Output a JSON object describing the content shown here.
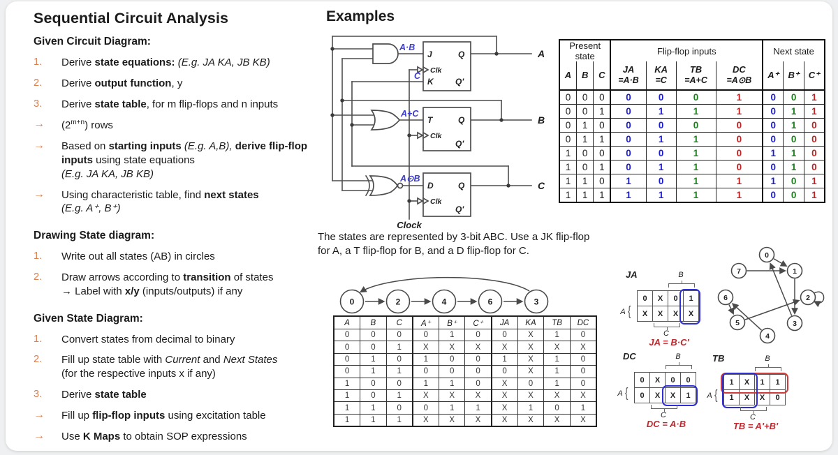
{
  "page": {
    "background": "#eef0f1",
    "card_color": "#ffffff"
  },
  "colors": {
    "accent_orange": "#d9804f",
    "blue": "#1b1bd1",
    "green": "#1e7d1e",
    "red": "#c32222",
    "circuit_label_blue": "#3c3ccf",
    "formula_red": "#c2272d"
  },
  "left": {
    "title": "Sequential Circuit Analysis",
    "sections": [
      {
        "heading": "Given Circuit Diagram:",
        "items": [
          {
            "marker": "1.",
            "segs": [
              {
                "t": "Derive "
              },
              {
                "t": "state equations: ",
                "b": true
              },
              {
                "t": "(E.g. JA KA, JB KB)",
                "i": true
              }
            ]
          },
          {
            "marker": "2.",
            "segs": [
              {
                "t": "Derive "
              },
              {
                "t": "output function",
                "b": true
              },
              {
                "t": ", y"
              }
            ]
          },
          {
            "marker": "3.",
            "segs": [
              {
                "t": "Derive "
              },
              {
                "t": "state table",
                "b": true
              },
              {
                "t": ", for m flip-flops and n inputs"
              }
            ]
          },
          {
            "marker": "→",
            "segs": [
              {
                "t": "(2"
              },
              {
                "t": "m+n",
                "sup": true
              },
              {
                "t": ") rows"
              }
            ]
          },
          {
            "marker": "→",
            "segs": [
              {
                "t": "Based on "
              },
              {
                "t": "starting inputs ",
                "b": true
              },
              {
                "t": "(E.g. A,B), ",
                "i": true
              },
              {
                "t": "derive flip-flop inputs",
                "b": true
              },
              {
                "t": " using state equations"
              },
              {
                "t": "(E.g. JA KA, JB KB)",
                "i": true,
                "br": true
              }
            ]
          },
          {
            "marker": "→",
            "segs": [
              {
                "t": "Using characteristic table, find "
              },
              {
                "t": "next states",
                "b": true
              },
              {
                "t": "(E.g. A⁺, B⁺)",
                "i": true,
                "br": true
              }
            ]
          }
        ]
      },
      {
        "heading": "Drawing State diagram:",
        "items": [
          {
            "marker": "1.",
            "segs": [
              {
                "t": "Write out all states (AB) in circles"
              }
            ]
          },
          {
            "marker": "2.",
            "segs": [
              {
                "t": "Draw arrows according to "
              },
              {
                "t": "transition",
                "b": true
              },
              {
                "t": " of states"
              },
              {
                "t": "→ Label with ",
                "br": true
              },
              {
                "t": "x/y ",
                "b": true
              },
              {
                "t": "(inputs/outputs) if any"
              }
            ]
          }
        ]
      },
      {
        "heading": "Given State Diagram:",
        "items": [
          {
            "marker": "1.",
            "segs": [
              {
                "t": "Convert states from decimal to binary"
              }
            ]
          },
          {
            "marker": "2.",
            "segs": [
              {
                "t": "Fill up state table with "
              },
              {
                "t": "Current",
                "i": true
              },
              {
                "t": " and "
              },
              {
                "t": "Next States",
                "i": true
              },
              {
                "t": "(for the respective inputs x if any)",
                "br": true
              }
            ]
          },
          {
            "marker": "3.",
            "segs": [
              {
                "t": "Derive "
              },
              {
                "t": "state table",
                "b": true
              }
            ]
          },
          {
            "marker": "→",
            "segs": [
              {
                "t": "Fill up "
              },
              {
                "t": "flip-flop inputs",
                "b": true
              },
              {
                "t": " using excitation table"
              }
            ]
          },
          {
            "marker": "→",
            "segs": [
              {
                "t": "Use "
              },
              {
                "t": "K Maps",
                "b": true
              },
              {
                "t": " to obtain SOP expressions"
              }
            ]
          }
        ]
      }
    ]
  },
  "examples": {
    "title": "Examples",
    "circuit": {
      "and_output_label": "A·B",
      "k_input_label": "C",
      "or_output_label": "A+C",
      "xnor_output_label": "A⊙B",
      "clock_label": "Clock",
      "ff1": {
        "in_top": "J",
        "in_bot": "K",
        "clk": "Clk",
        "q": "Q",
        "qn": "Q'",
        "output": "A"
      },
      "ff2": {
        "in_top": "T",
        "clk": "Clk",
        "q": "Q",
        "qn": "Q'",
        "output": "B"
      },
      "ff3": {
        "in_top": "D",
        "clk": "Clk",
        "q": "Q",
        "qn": "Q'",
        "output": "C"
      }
    },
    "ff_table": {
      "groups": [
        "Present state",
        "Flip-flop inputs",
        "Next state"
      ],
      "columns": [
        {
          "top": "A"
        },
        {
          "top": "B"
        },
        {
          "top": "C"
        },
        {
          "top": "JA",
          "sub": "=A·B"
        },
        {
          "top": "KA",
          "sub": "=C"
        },
        {
          "top": "TB",
          "sub": "=A+C"
        },
        {
          "top": "DC",
          "sub": "=A⊙B"
        },
        {
          "top": "A⁺"
        },
        {
          "top": "B⁺"
        },
        {
          "top": "C⁺"
        }
      ],
      "col_colors": [
        "",
        "",
        "",
        "blue",
        "blue",
        "green",
        "red",
        "blue",
        "green",
        "red"
      ],
      "rows": [
        [
          "0",
          "0",
          "0",
          "0",
          "0",
          "0",
          "1",
          "0",
          "0",
          "1"
        ],
        [
          "0",
          "0",
          "1",
          "0",
          "1",
          "1",
          "1",
          "0",
          "1",
          "1"
        ],
        [
          "0",
          "1",
          "0",
          "0",
          "0",
          "0",
          "0",
          "0",
          "1",
          "0"
        ],
        [
          "0",
          "1",
          "1",
          "0",
          "1",
          "1",
          "0",
          "0",
          "0",
          "0"
        ],
        [
          "1",
          "0",
          "0",
          "0",
          "0",
          "1",
          "0",
          "1",
          "1",
          "0"
        ],
        [
          "1",
          "0",
          "1",
          "0",
          "1",
          "1",
          "0",
          "0",
          "1",
          "0"
        ],
        [
          "1",
          "1",
          "0",
          "1",
          "0",
          "1",
          "1",
          "1",
          "0",
          "1"
        ],
        [
          "1",
          "1",
          "1",
          "1",
          "1",
          "1",
          "1",
          "0",
          "0",
          "1"
        ]
      ]
    },
    "note": "The states are represented by 3-bit ABC. Use a JK flip-flop for A, a T flip-flop for B, and a D flip-flop for C.",
    "chain_diagram": {
      "states": [
        "0",
        "2",
        "4",
        "6",
        "3"
      ]
    },
    "state_table": {
      "columns": [
        "A",
        "B",
        "C",
        "A⁺",
        "B⁺",
        "C⁺",
        "JA",
        "KA",
        "TB",
        "DC"
      ],
      "rows": [
        [
          "0",
          "0",
          "0",
          "0",
          "1",
          "0",
          "0",
          "X",
          "1",
          "0"
        ],
        [
          "0",
          "0",
          "1",
          "X",
          "X",
          "X",
          "X",
          "X",
          "X",
          "X"
        ],
        [
          "0",
          "1",
          "0",
          "1",
          "0",
          "0",
          "1",
          "X",
          "1",
          "0"
        ],
        [
          "0",
          "1",
          "1",
          "0",
          "0",
          "0",
          "0",
          "X",
          "1",
          "0"
        ],
        [
          "1",
          "0",
          "0",
          "1",
          "1",
          "0",
          "X",
          "0",
          "1",
          "0"
        ],
        [
          "1",
          "0",
          "1",
          "X",
          "X",
          "X",
          "X",
          "X",
          "X",
          "X"
        ],
        [
          "1",
          "1",
          "0",
          "0",
          "1",
          "1",
          "X",
          "1",
          "0",
          "1"
        ],
        [
          "1",
          "1",
          "1",
          "X",
          "X",
          "X",
          "X",
          "X",
          "X",
          "X"
        ]
      ]
    },
    "kmaps": [
      {
        "name": "JA",
        "top_label": "B",
        "left_label": "A",
        "bottom_label": "C",
        "rows": [
          [
            "0",
            "X",
            "0",
            "1"
          ],
          [
            "X",
            "X",
            "X",
            "X"
          ]
        ],
        "formula": "JA = B·C'",
        "highlights": [
          {
            "color": "blue",
            "r0": 0,
            "c0": 3,
            "r1": 1,
            "c1": 3
          }
        ]
      },
      {
        "name": "DC",
        "top_label": "B",
        "left_label": "A",
        "bottom_label": "C",
        "rows": [
          [
            "0",
            "X",
            "0",
            "0"
          ],
          [
            "0",
            "X",
            "X",
            "1"
          ]
        ],
        "formula": "DC = A·B",
        "highlights": [
          {
            "color": "blue",
            "r0": 1,
            "c0": 2,
            "r1": 1,
            "c1": 3
          }
        ]
      },
      {
        "name": "TB",
        "top_label": "B",
        "left_label": "A",
        "bottom_label": "C",
        "rows": [
          [
            "1",
            "X",
            "1",
            "1"
          ],
          [
            "1",
            "X",
            "X",
            "0"
          ]
        ],
        "formula": "TB = A'+B'",
        "highlights": [
          {
            "color": "red",
            "r0": 0,
            "c0": 0,
            "r1": 0,
            "c1": 3
          },
          {
            "color": "blue",
            "r0": 0,
            "c0": 0,
            "r1": 1,
            "c1": 1
          }
        ]
      }
    ],
    "state_diagram": {
      "nodes": [
        "0",
        "1",
        "2",
        "3",
        "4",
        "5",
        "6",
        "7"
      ],
      "transitions": [
        [
          "0",
          "1"
        ],
        [
          "1",
          "3"
        ],
        [
          "2",
          "2"
        ],
        [
          "3",
          "0"
        ],
        [
          "4",
          "6"
        ],
        [
          "5",
          "2"
        ],
        [
          "6",
          "5"
        ],
        [
          "7",
          "1"
        ]
      ]
    }
  }
}
